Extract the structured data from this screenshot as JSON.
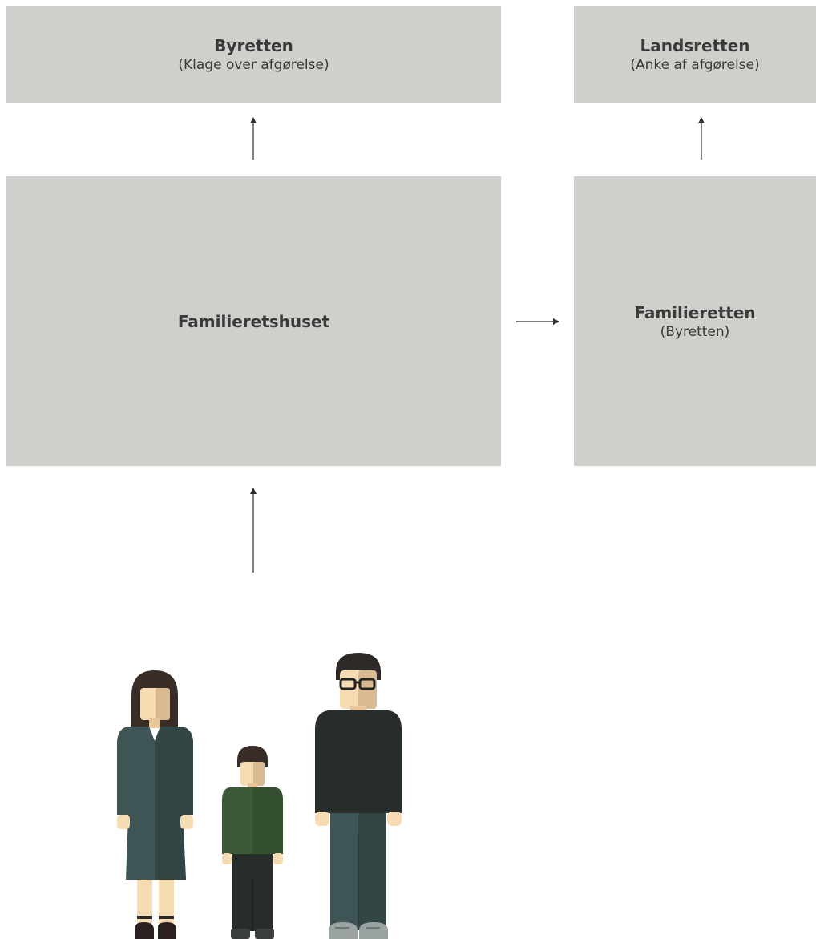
{
  "boxes": {
    "byretten": {
      "title": "Byretten",
      "subtitle": "(Klage over afgørelse)"
    },
    "landsretten": {
      "title": "Landsretten",
      "subtitle": "(Anke af afgørelse)"
    },
    "familieretshuset": {
      "title": "Familieretshuset"
    },
    "familieretten": {
      "title": "Familieretten",
      "subtitle": "(Byretten)"
    }
  },
  "colors": {
    "box_fill": "#cfcfcb",
    "arrow": "#2b2b2b",
    "woman_dress": "#3f5555",
    "child_shirt": "#3d5a37",
    "man_shirt": "#262d2b",
    "skin": "#f6dcb3"
  },
  "illustration": {
    "figures": [
      "woman-figure",
      "child-figure",
      "man-figure"
    ]
  }
}
